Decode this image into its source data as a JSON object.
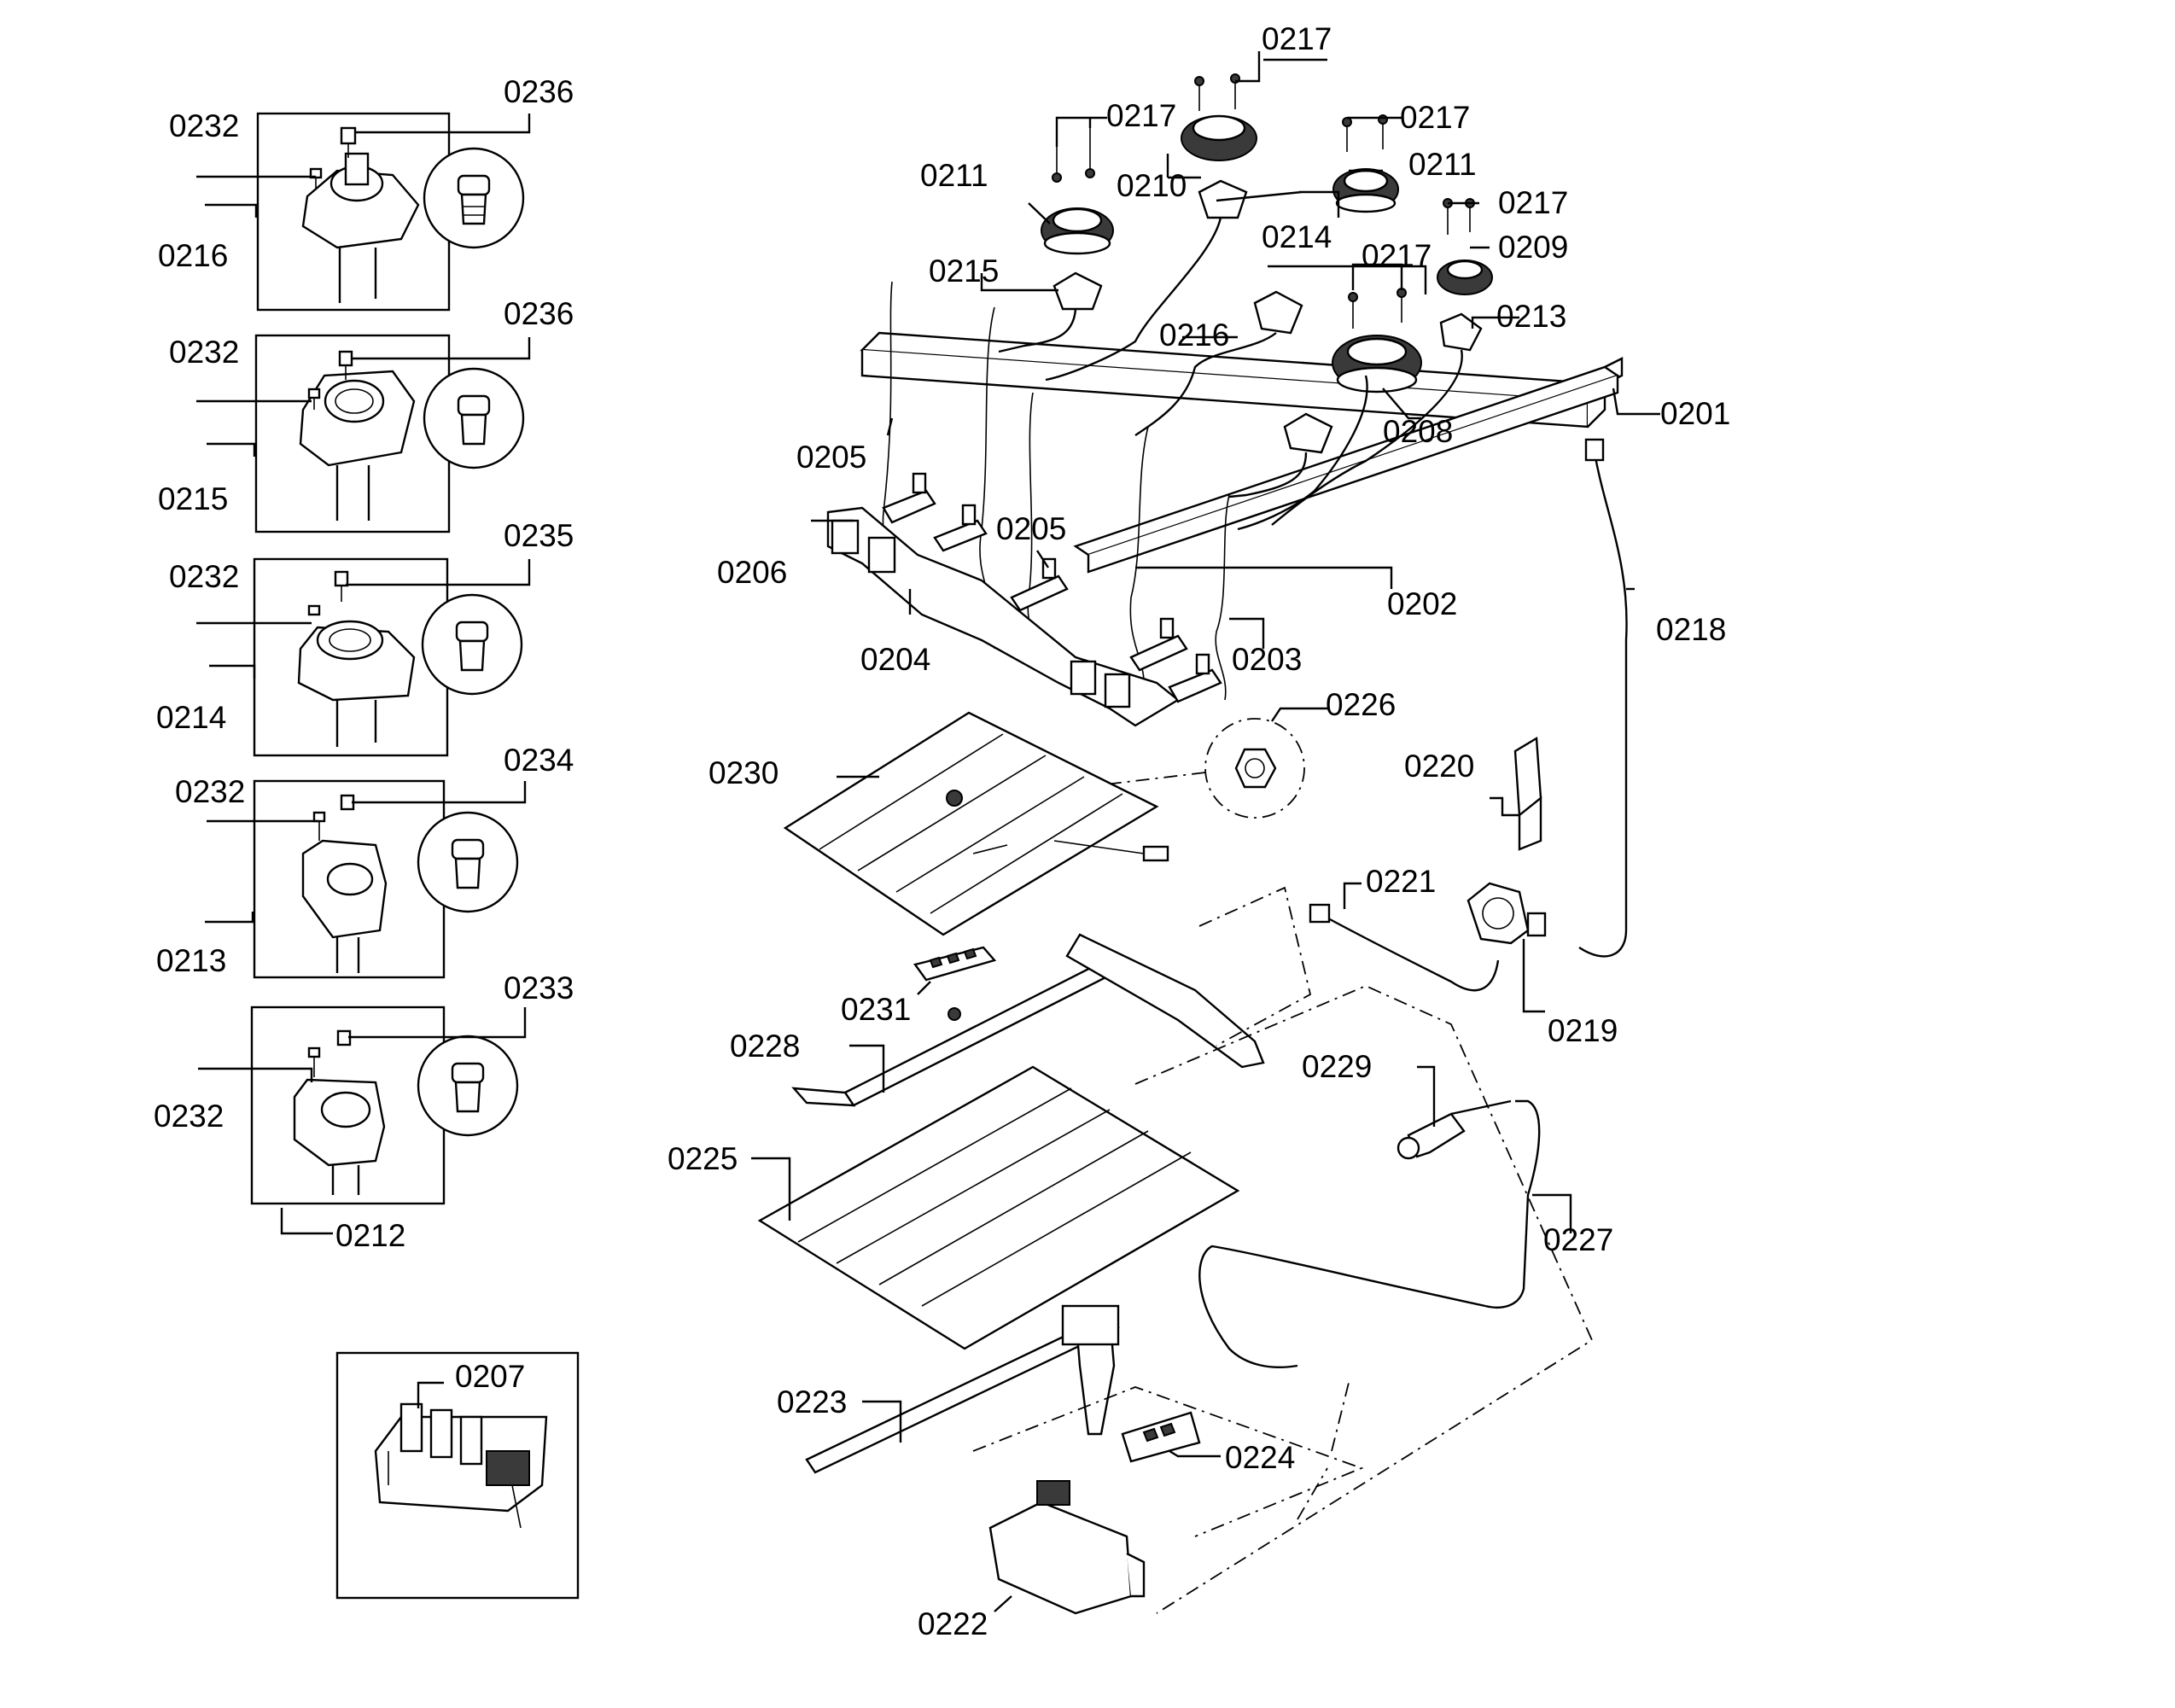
{
  "diagram": {
    "labels": {
      "0217_top": "0217",
      "0217_a": "0217",
      "0217_b": "0217",
      "0217_c": "0217",
      "0217_d": "0217",
      "0210": "0210",
      "0211_a": "0211",
      "0211_b": "0211",
      "0214_main": "0214",
      "0209": "0209",
      "0215_main": "0215",
      "0216_main": "0216",
      "0213_main": "0213",
      "0208": "0208",
      "0201": "0201",
      "0205_a": "0205",
      "0205_b": "0205",
      "0206": "0206",
      "0202": "0202",
      "0204": "0204",
      "0203": "0203",
      "0218": "0218",
      "0226": "0226",
      "0230": "0230",
      "0220": "0220",
      "0221": "0221",
      "0219": "0219",
      "0231": "0231",
      "0228": "0228",
      "0229": "0229",
      "0225": "0225",
      "0227": "0227",
      "0223": "0223",
      "0224": "0224",
      "0222": "0222",
      "0236_a": "0236",
      "0232_a": "0232",
      "0216_inset": "0216",
      "0236_b": "0236",
      "0232_b": "0232",
      "0215_inset": "0215",
      "0235": "0235",
      "0232_c": "0232",
      "0214_inset": "0214",
      "0234": "0234",
      "0232_d": "0232",
      "0213_inset": "0213",
      "0233": "0233",
      "0232_e": "0232",
      "0212": "0212",
      "0207": "0207"
    }
  }
}
